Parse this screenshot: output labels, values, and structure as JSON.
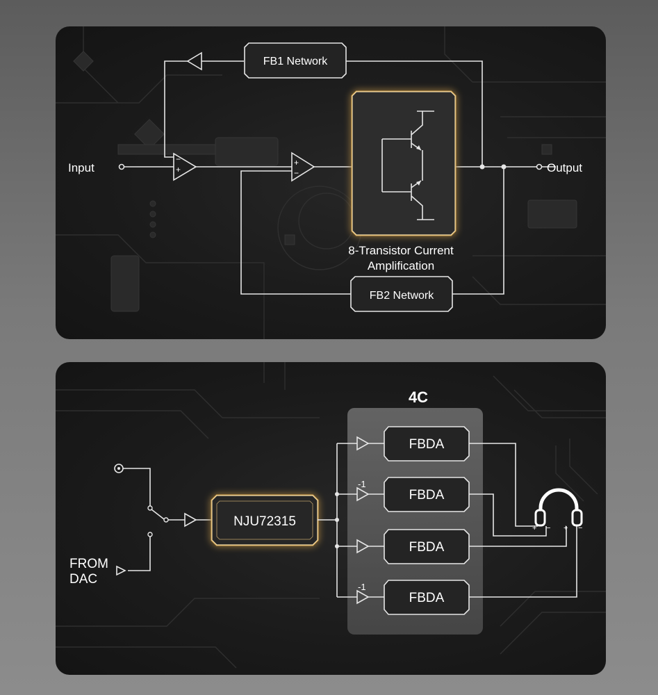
{
  "top_diagram": {
    "input_label": "Input",
    "output_label": "Output",
    "fb1_label": "FB1 Network",
    "fb2_label": "FB2 Network",
    "stage_label_line1": "8-Transistor Current",
    "stage_label_line2": "Amplification",
    "opamp_minus": "−",
    "opamp_plus": "+"
  },
  "bottom_diagram": {
    "group_label": "4C",
    "chip_label": "NJU72315",
    "source_label_line1": "FROM",
    "source_label_line2": "DAC",
    "fbda_labels": [
      "FBDA",
      "FBDA",
      "FBDA",
      "FBDA"
    ],
    "invert_label": "-1",
    "headphone_left_plus": "+",
    "headphone_left_minus": "−",
    "headphone_right_plus": "+",
    "headphone_right_minus": "−"
  },
  "colors": {
    "panel_bg": "#1b1b1b",
    "wire": "#e6e6e6",
    "accent_glow": "#d4a24a",
    "box_fill": "#222222"
  }
}
